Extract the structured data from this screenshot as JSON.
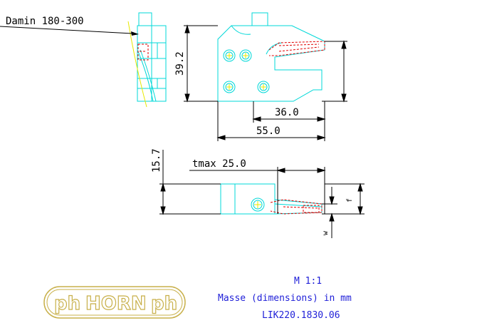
{
  "labels": {
    "damin": "Damin 180-300",
    "height_front": "39.2",
    "length_36": "36.0",
    "length_55": "55.0",
    "height_top": "15.7",
    "tmax": "tmax 25.0",
    "f_label": "f",
    "w_label": "w"
  },
  "notes": {
    "scale": "M 1:1",
    "units": "Masse (dimensions) in mm",
    "part_number": "LIK220.1830.06"
  },
  "logo": {
    "brand": "HORN",
    "mark": "ph"
  },
  "colors": {
    "part": "#00d8d8",
    "dimension": "#000000",
    "cutting_edge": "#e00000",
    "note_text": "#1f1fd8",
    "logo": "#c8b04a",
    "guide": "#e8e800"
  }
}
